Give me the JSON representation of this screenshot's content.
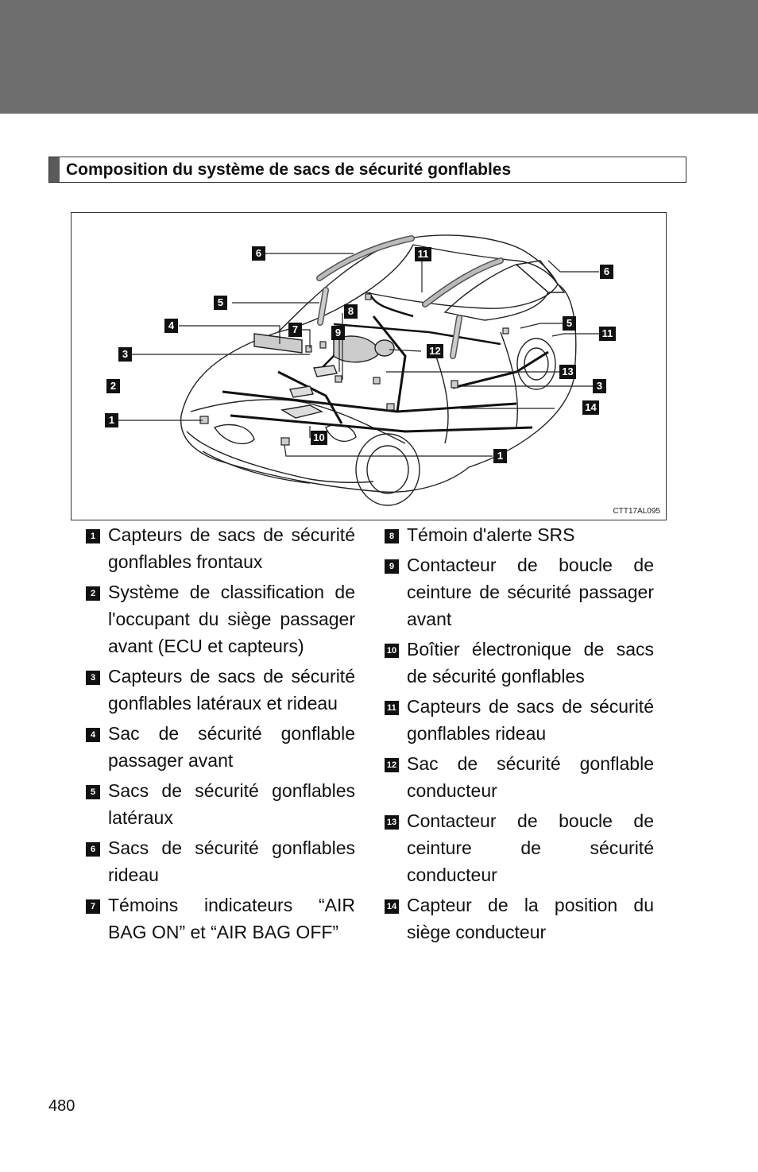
{
  "heading": "Composition du système de sacs de sécurité gonflables",
  "figure": {
    "code": "CTT17AL095",
    "callouts": [
      "1",
      "1",
      "2",
      "3",
      "3",
      "4",
      "5",
      "5",
      "6",
      "6",
      "7",
      "8",
      "9",
      "10",
      "11",
      "11",
      "12",
      "13",
      "14"
    ]
  },
  "legend_left": [
    {
      "num": "1",
      "text": "Capteurs de sacs de sécurité gonflables frontaux"
    },
    {
      "num": "2",
      "text": "Système de classification de l'occupant du siège passager avant (ECU et capteurs)"
    },
    {
      "num": "3",
      "text": "Capteurs de sacs de sécurité gonflables latéraux et rideau"
    },
    {
      "num": "4",
      "text": "Sac de sécurité gonflable passager avant"
    },
    {
      "num": "5",
      "text": "Sacs de sécurité gonflables latéraux"
    },
    {
      "num": "6",
      "text": "Sacs de sécurité gonflables rideau"
    },
    {
      "num": "7",
      "text": "Témoins indicateurs “AIR BAG ON” et “AIR BAG OFF”"
    }
  ],
  "legend_right": [
    {
      "num": "8",
      "text": "Témoin d'alerte SRS"
    },
    {
      "num": "9",
      "text": "Contacteur de boucle de ceinture de sécurité passager avant"
    },
    {
      "num": "10",
      "text": "Boîtier électronique de sacs de sécurité gonflables"
    },
    {
      "num": "11",
      "text": "Capteurs de sacs de sécurité gonflables rideau"
    },
    {
      "num": "12",
      "text": "Sac de sécurité gonflable conducteur"
    },
    {
      "num": "13",
      "text": "Contacteur de boucle de ceinture de sécurité conducteur"
    },
    {
      "num": "14",
      "text": "Capteur de la position du siège conducteur"
    }
  ],
  "page_number": "480"
}
